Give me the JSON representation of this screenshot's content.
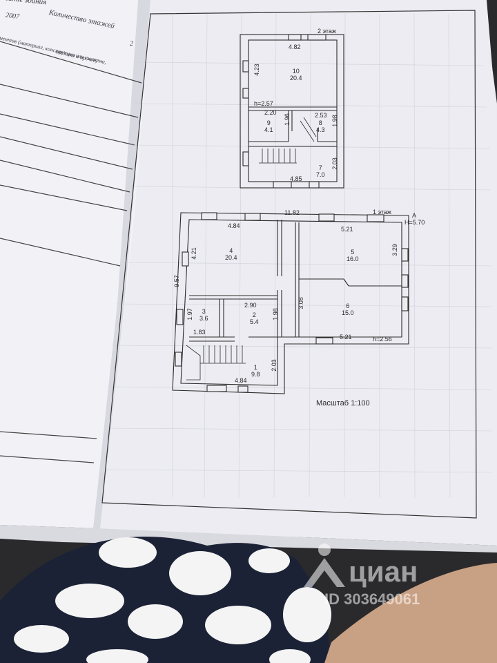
{
  "form": {
    "header_partial": "исание здания",
    "year": "2007",
    "floors_label": "Количество этажей",
    "floors_value": "2",
    "materials_line1": "ментов (материал, конструкция или система,",
    "materials_line2": "отделка и прочее)"
  },
  "plan": {
    "floor2_label": "2 этаж",
    "floor1_label": "1 этаж",
    "axis_mark": "А",
    "height_mark": "H=5.70",
    "scale_label": "Масштаб  1:100",
    "floor2": {
      "dims": [
        "4.82",
        "4.23",
        "h=2.57",
        "2.20",
        "1.96",
        "2.53",
        "1.98",
        "2.03",
        "4.85"
      ],
      "rooms": [
        {
          "num": "10",
          "area": "20.4"
        },
        {
          "num": "9",
          "area": "4.1"
        },
        {
          "num": "8",
          "area": "4.3"
        },
        {
          "num": "7",
          "area": "7.0"
        }
      ]
    },
    "floor1": {
      "dims": [
        "11.82",
        "4.84",
        "5.21",
        "4.21",
        "3.29",
        "9.57",
        "2.90",
        "3.08",
        "1.97",
        "1.98",
        "1.83",
        "5.21",
        "h=2.56",
        "2.03",
        "4.84"
      ],
      "rooms": [
        {
          "num": "4",
          "area": "20.4"
        },
        {
          "num": "5",
          "area": "16.0"
        },
        {
          "num": "6",
          "area": "15.0"
        },
        {
          "num": "3",
          "area": "3.6"
        },
        {
          "num": "2",
          "area": "5.4"
        },
        {
          "num": "1",
          "area": "9.8"
        }
      ]
    }
  },
  "watermark": {
    "brand": "циан",
    "id": "ID 303649061"
  },
  "colors": {
    "paper": "#eeeef4",
    "paper_left": "#f3f3f7",
    "background": "#2b2b2e",
    "fabric": "#1c2236",
    "dots": "#f4f4f4",
    "skin": "#c9a182"
  }
}
